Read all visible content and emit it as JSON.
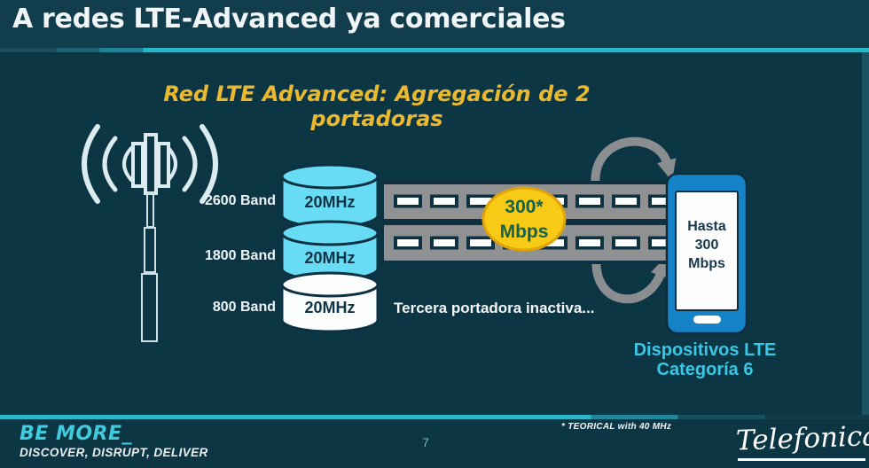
{
  "slide": {
    "title": "A redes LTE-Advanced ya comerciales",
    "subtitle": "Red LTE Advanced: Agregación de 2 portadoras",
    "page_number": "7",
    "footnote": "* TEORICAL with 40 MHz"
  },
  "diagram": {
    "bands": [
      {
        "label": "2600 Band",
        "bandwidth": "20MHz",
        "active": true
      },
      {
        "label": "1800 Band",
        "bandwidth": "20MHz",
        "active": true
      },
      {
        "label": "800 Band",
        "bandwidth": "20MHz",
        "active": false
      }
    ],
    "inactive_note": "Tercera portadora inactiva...",
    "speed_bubble": {
      "line1": "300*",
      "line2": "Mbps"
    },
    "phone_screen": {
      "line1": "Hasta",
      "line2": "300",
      "line3": "Mbps"
    },
    "device_caption": {
      "line1": "Dispositivos LTE",
      "line2": "Categoría 6"
    }
  },
  "footer": {
    "brand_line1": "BE MORE_",
    "brand_line2": "DISCOVER, DISRUPT, DELIVER",
    "logo": "Telefonica"
  },
  "colors": {
    "background": "#0d3645",
    "header_background": "#113d4c",
    "accent_cyan": "#2bb6c8",
    "subtitle_yellow": "#eab92f",
    "cylinder_cyan": "#68dcf5",
    "cylinder_white": "#fbfcfc",
    "outline_navy": "#0c3142",
    "road_gray": "#8f9193",
    "bubble_yellow": "#f6ca15",
    "phone_blue": "#1583c8",
    "caption_cyan": "#38c7e4"
  }
}
